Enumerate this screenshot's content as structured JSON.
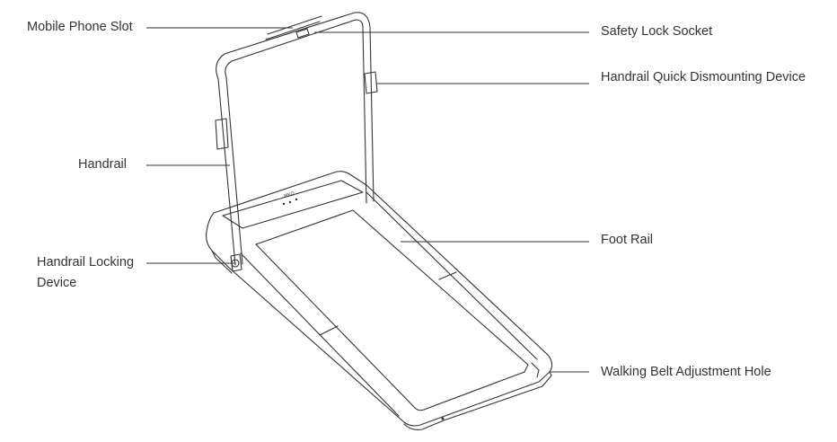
{
  "colors": {
    "line": "#333333",
    "text": "#333333",
    "background": "#ffffff"
  },
  "display_text": "WKQ",
  "labels": {
    "mobile_phone_slot": "Mobile Phone Slot",
    "handrail": "Handrail",
    "handrail_locking_device_line1": "Handrail Locking",
    "handrail_locking_device_line2": "Device",
    "safety_lock_socket": "Safety Lock Socket",
    "handrail_quick_dismounting_device": "Handrail Quick Dismounting Device",
    "foot_rail": "Foot Rail",
    "walking_belt_adjustment_hole": "Walking Belt Adjustment Hole"
  }
}
